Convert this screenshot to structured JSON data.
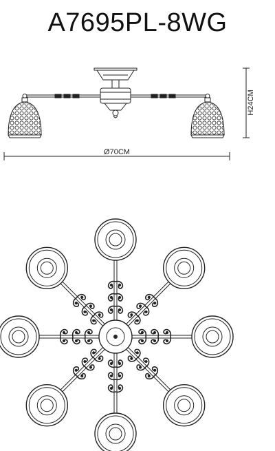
{
  "title": "A7695PL-8WG",
  "dimensions": {
    "height_label": "H24CM",
    "width_label": "Ø70CM"
  },
  "colors": {
    "line": "#222222",
    "background": "#ffffff"
  }
}
